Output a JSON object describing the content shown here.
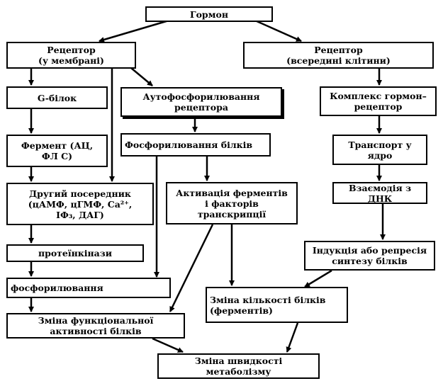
{
  "nodes": {
    "hormone": "Гормон",
    "receptor_membrane": "Рецептор\n(у мембрані)",
    "receptor_inside": "Рецептор\n(всередині клітини)",
    "g_protein": "G-білок",
    "autophosphorylation": "Аутофосфорилювання\nрецептора",
    "hormone_receptor_complex": "Комплекс гормон–\nрецептор",
    "enzyme": "Фермент (АЦ,\nФЛ С)",
    "protein_phosphorylation": "Фосфорилювання білків",
    "nucleus_transport": "Транспорт у\nядро",
    "second_messenger": "Другий посередник\n(цАМФ, цГМФ, Ca²⁺,\nIФ₃, ДАГ)",
    "enzyme_activation": "Активація ферментів\nі факторів\nтранскрипції",
    "dna_interaction": "Взаємодія з ДНК",
    "protein_kinases": "протеїнкінази",
    "synthesis_induction": "Індукція або репресія\nсинтезу білків",
    "phosphorylation": "фосфорилювання",
    "protein_amount_change": "Зміна кількості білків\n(ферментів)",
    "functional_activity_change": "Зміна функціональної\nактивності білків",
    "metabolism_rate_change": "Зміна швидкості\nметаболізму"
  }
}
